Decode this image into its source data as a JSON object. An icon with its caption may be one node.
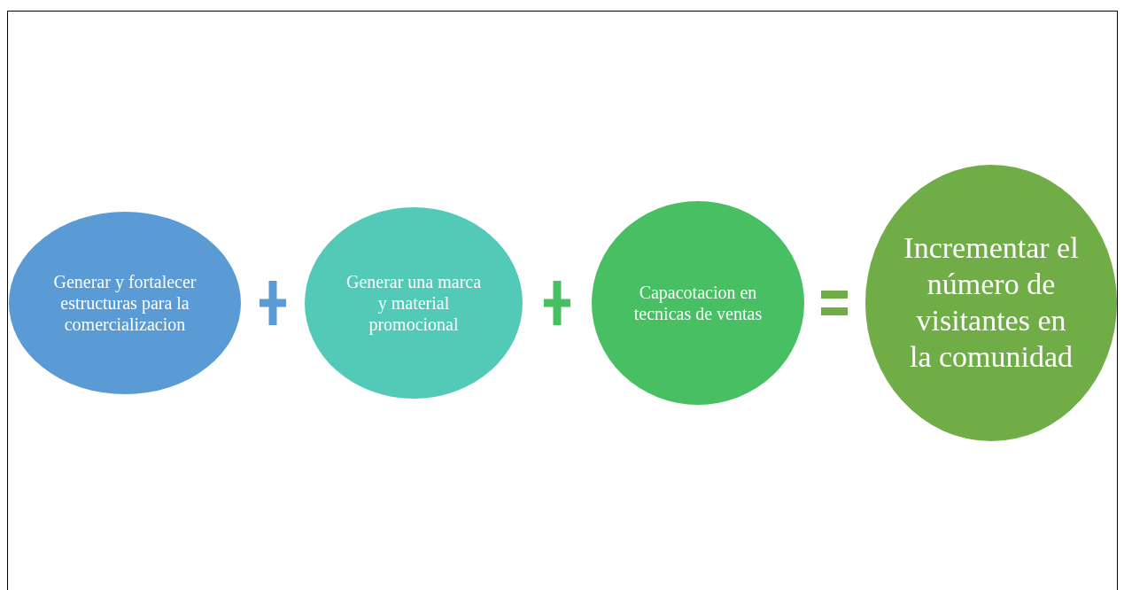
{
  "diagram": {
    "nodes": [
      {
        "text": [
          "Generar y fortalecer estructuras para la comercializacion"
        ]
      },
      {
        "text": [
          "Generar una marca y material promocional"
        ]
      },
      {
        "text": [
          "Capacotacion en tecnicas de ventas"
        ]
      },
      {
        "text": [
          "Incrementar el número de visitantes en la comunidad"
        ]
      }
    ]
  }
}
